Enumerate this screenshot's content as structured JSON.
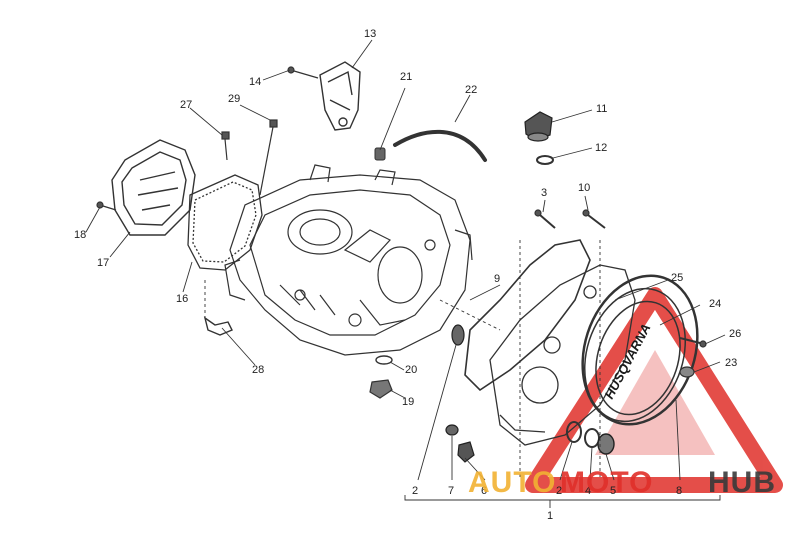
{
  "diagram": {
    "callouts": {
      "c1": "1",
      "c2a": "2",
      "c2b": "2",
      "c3": "3",
      "c4": "4",
      "c5": "5",
      "c6": "6",
      "c7": "7",
      "c8": "8",
      "c9": "9",
      "c10": "10",
      "c11": "11",
      "c12": "12",
      "c13": "13",
      "c14": "14",
      "c16": "16",
      "c17": "17",
      "c18": "18",
      "c19": "19",
      "c20": "20",
      "c21": "21",
      "c22": "22",
      "c23": "23",
      "c24": "24",
      "c25": "25",
      "c26": "26",
      "c27": "27",
      "c28": "28",
      "c29": "29"
    },
    "cover_brand": "HUSQVARNA"
  },
  "watermark": {
    "part1": "AUTO",
    "part2": "MOTO",
    "part3": "HUB",
    "accent_color": "#e0302a",
    "secondary_color": "#f2b233",
    "dark_color": "#3a3a3a"
  }
}
